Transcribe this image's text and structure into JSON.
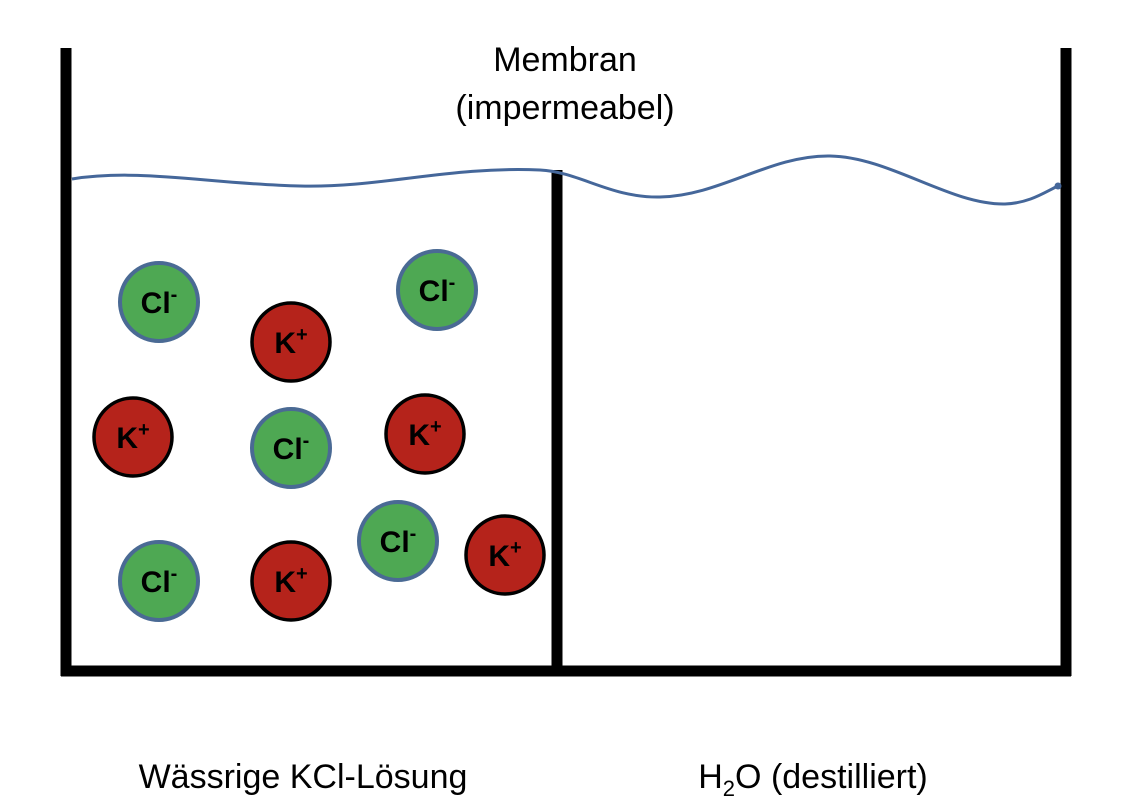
{
  "diagram": {
    "membrane_title": "Membran",
    "membrane_subtitle": "(impermeabel)",
    "left_label": "Wässrige KCl-Lösung",
    "right_label_prefix": "H",
    "right_label_subscript": "2",
    "right_label_suffix": "O (destilliert)",
    "ions": [
      {
        "symbol": "Cl",
        "charge": "-",
        "kind": "chloride"
      },
      {
        "symbol": "Cl",
        "charge": "-",
        "kind": "chloride"
      },
      {
        "symbol": "K",
        "charge": "+",
        "kind": "potassium"
      },
      {
        "symbol": "K",
        "charge": "+",
        "kind": "potassium"
      },
      {
        "symbol": "Cl",
        "charge": "-",
        "kind": "chloride"
      },
      {
        "symbol": "K",
        "charge": "+",
        "kind": "potassium"
      },
      {
        "symbol": "Cl",
        "charge": "-",
        "kind": "chloride"
      },
      {
        "symbol": "K",
        "charge": "+",
        "kind": "potassium"
      },
      {
        "symbol": "Cl",
        "charge": "-",
        "kind": "chloride"
      },
      {
        "symbol": "K",
        "charge": "+",
        "kind": "potassium"
      }
    ]
  },
  "colors": {
    "chloride_fill": "#4ea853",
    "chloride_stroke": "#4a6a94",
    "potassium_fill": "#b5231b",
    "potassium_stroke": "#000000",
    "water_line": "#45679a",
    "container": "#000000"
  }
}
